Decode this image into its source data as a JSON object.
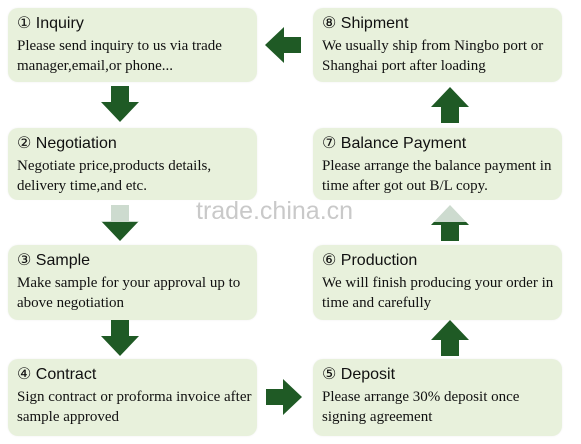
{
  "steps": [
    {
      "title": "① Inquiry",
      "desc": "Please send inquiry to us via trade manager,email,or phone..."
    },
    {
      "title": "② Negotiation",
      "desc": "Negotiate price,products details, delivery time,and etc."
    },
    {
      "title": "③ Sample",
      "desc": "Make sample for your approval up to above negotiation"
    },
    {
      "title": "④ Contract",
      "desc": "Sign contract or proforma invoice after sample approved"
    },
    {
      "title": "⑤ Deposit",
      "desc": "Please arrange 30% deposit once signing agreement"
    },
    {
      "title": "⑥ Production",
      "desc": "We will finish producing your order in time and carefully"
    },
    {
      "title": "⑦ Balance Payment",
      "desc": "Please arrange the balance payment in time after got out B/L copy."
    },
    {
      "title": "⑧ Shipment",
      "desc": "We usually ship from Ningbo port or Shanghai port after loading"
    }
  ],
  "watermark": "trade.china.cn",
  "colors": {
    "box": "#e8f1dc",
    "arrow": "#1f5a25"
  }
}
